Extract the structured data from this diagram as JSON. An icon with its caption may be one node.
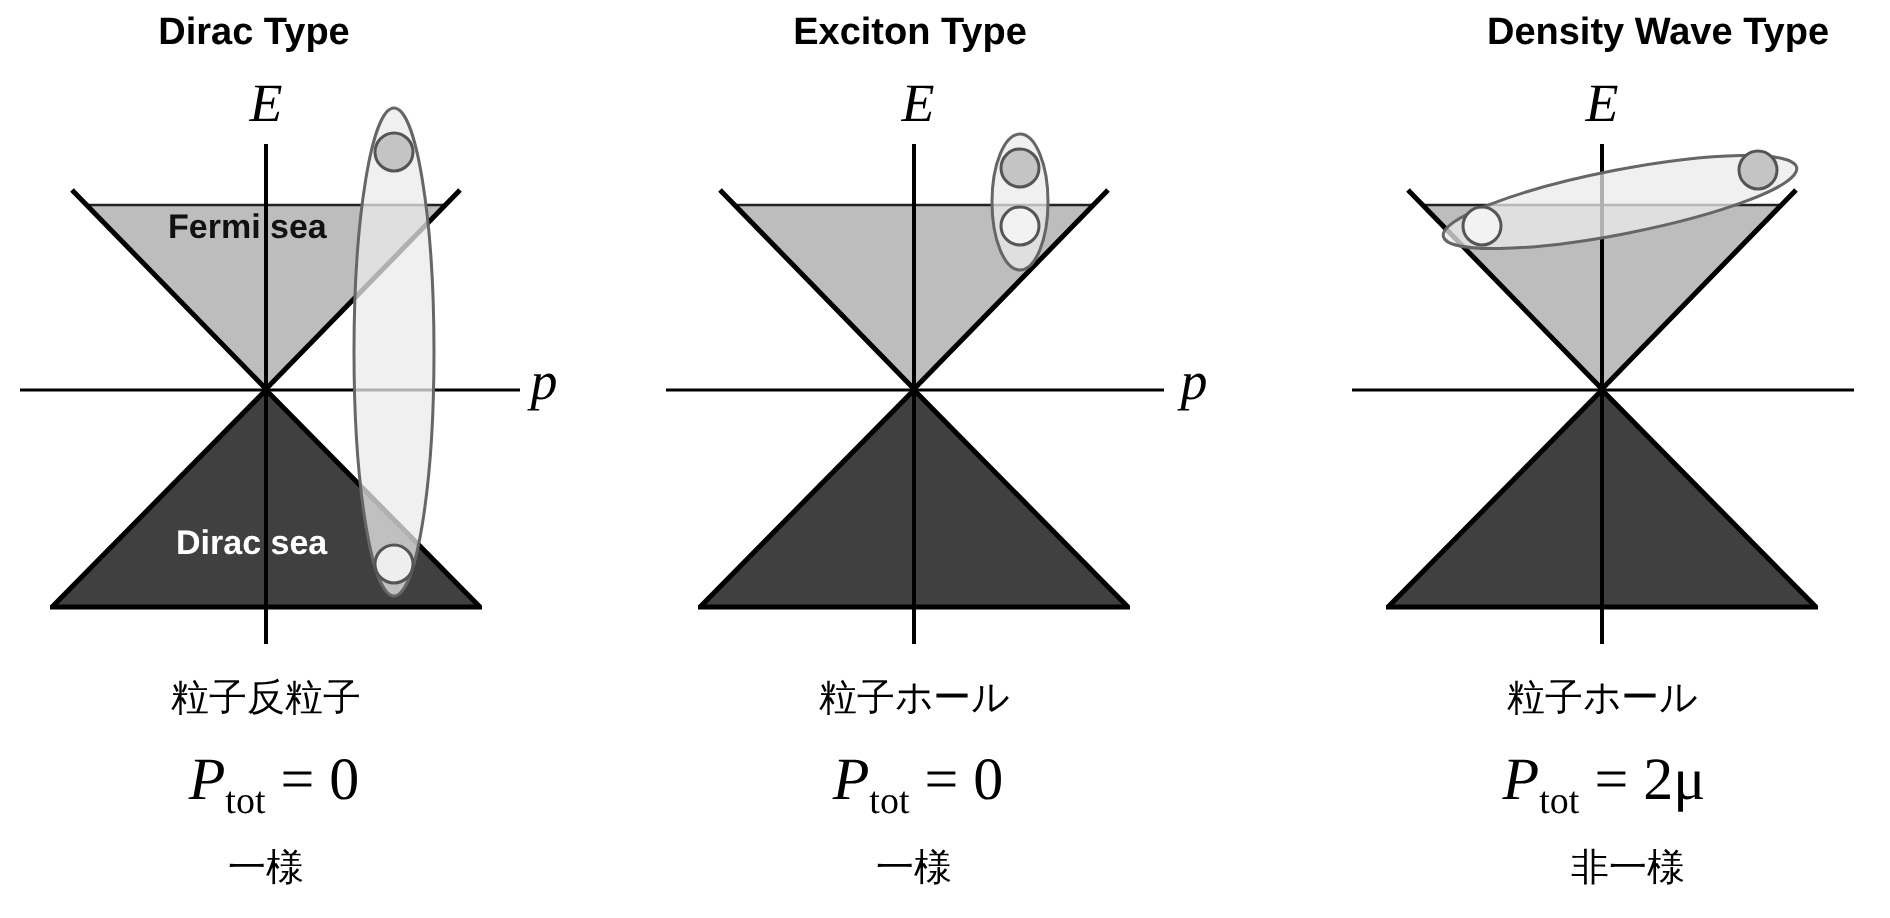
{
  "diagram": {
    "nodes": [
      {
        "text": [
          "Fermi sea"
        ]
      },
      {
        "text": [
          "Dirac sea"
        ]
      },
      {
        "text": [],
        "shape": "triangle"
      },
      {
        "text": [],
        "shape": "triangle"
      },
      {
        "text": [],
        "shape": "triangle"
      },
      {
        "text": [],
        "shape": "triangle"
      }
    ],
    "labels": [
      "Dirac Type",
      "Exciton Type",
      "Density Wave Type",
      "*E*",
      "*E*",
      "*E*",
      "*p*",
      "*p*",
      "粒子反粒子",
      "粒子ホール",
      "粒子ホール",
      "*P*$_{tot}$ = 0",
      "*P*$_{tot}$ = 0",
      "*P*$_{tot}$ = 2μ",
      "一様",
      "一様",
      "非一様"
    ]
  }
}
